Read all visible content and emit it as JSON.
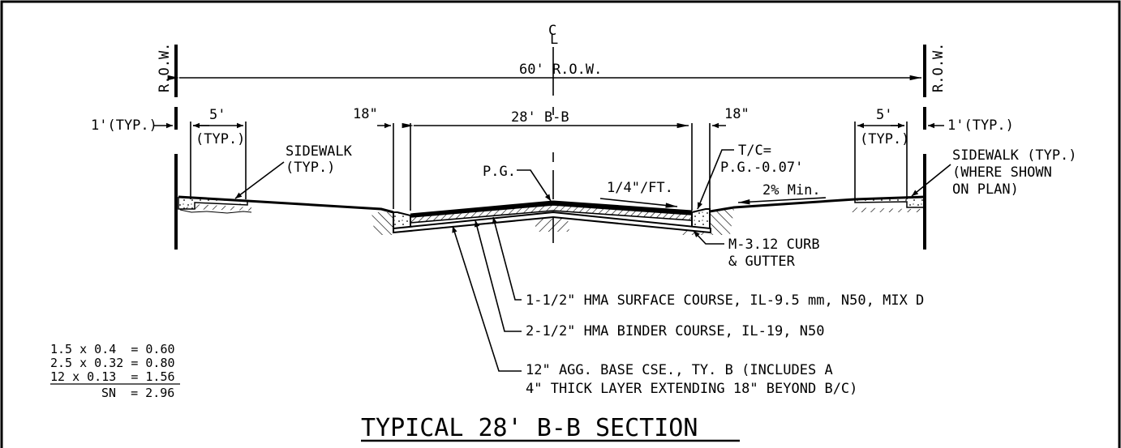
{
  "centerline_symbol": {
    "top": "C",
    "bottom": "L"
  },
  "row_left": "R.O.W.",
  "row_right": "R.O.W.",
  "row_width": "60' R.O.W.",
  "bb_width": "28' B-B",
  "curb_offset_left": "18\"",
  "curb_offset_right": "18\"",
  "typ_1ft_left": "1'(TYP.)",
  "typ_1ft_right": "1'(TYP.)",
  "sidewalk_width_left": {
    "dim": "5'",
    "typ": "(TYP.)"
  },
  "sidewalk_width_right": {
    "dim": "5'",
    "typ": "(TYP.)"
  },
  "sidewalk_left_label": [
    "SIDEWALK",
    "(TYP.)"
  ],
  "sidewalk_right_label": [
    "SIDEWALK (TYP.)",
    "(WHERE SHOWN",
    "ON PLAN)"
  ],
  "pg_label": "P.G.",
  "tc_label": [
    "T/C=",
    "P.G.-0.07'"
  ],
  "pavement_slope": "1/4\"/FT.",
  "parkway_slope": "2% Min.",
  "curb_label": [
    "M-3.12 CURB",
    "& GUTTER"
  ],
  "layers": [
    "1-1/2\" HMA SURFACE COURSE, IL-9.5 mm, N50, MIX D",
    "2-1/2\" HMA BINDER COURSE, IL-19, N50",
    "12\" AGG. BASE CSE., TY. B (INCLUDES A",
    "4\" THICK LAYER EXTENDING 18\" BEYOND B/C)"
  ],
  "structural_number": {
    "rows": [
      "1.5 x 0.4  = 0.60",
      "2.5 x 0.32 = 0.80",
      "12 x 0.13  = 1.56"
    ],
    "total": "SN  = 2.96"
  },
  "title": "TYPICAL 28' B-B SECTION"
}
